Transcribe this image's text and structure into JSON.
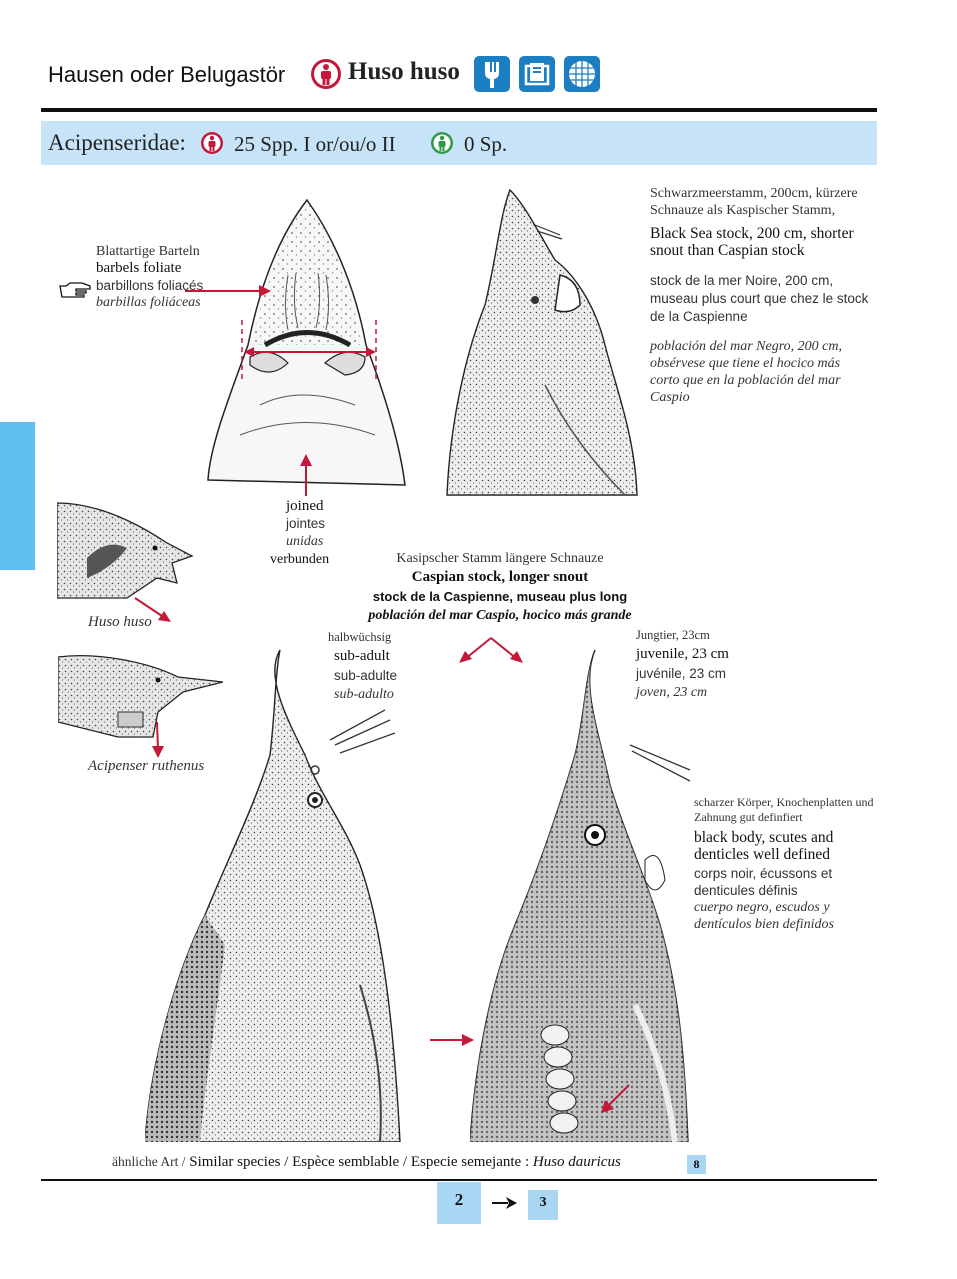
{
  "header": {
    "common_name": "Hausen oder Belugastör",
    "scientific_name": "Huso huso",
    "icons": [
      "red-person-icon",
      "fork-icon",
      "book-icon",
      "net-icon"
    ]
  },
  "family": {
    "name": "Acipenseridae:",
    "red_count": "25 Spp. I or/ou/o II",
    "green_count": "0 Sp."
  },
  "colors": {
    "accent_blue": "#1c7fc4",
    "band_blue": "#c7e3f7",
    "tab_blue": "#5fc0f0",
    "arrow_red": "#c4173a"
  },
  "barbels": {
    "de": "Blattartige Barteln",
    "en": "barbels foliate",
    "fr": "barbillons foliacés",
    "es": "barbillas foliáceas"
  },
  "joined": {
    "en": "joined",
    "fr": "jointes",
    "es": "unidas",
    "de": "verbunden"
  },
  "black_sea": {
    "de": "Schwarzmeerstamm, 200cm, kürzere Schnauze  als Kaspischer Stamm,",
    "en": "Black Sea stock, 200 cm, shorter snout than Caspian stock",
    "fr": "stock de la mer Noire, 200 cm, museau plus court que chez le stock de la Caspienne",
    "es": "población del mar Negro, 200 cm, obsérvese que tiene el hocico más corto que en la población del mar Caspio"
  },
  "comparisons": {
    "huso": "Huso huso",
    "ruthenus": "Acipenser ruthenus"
  },
  "caspian": {
    "de": "Kasipscher Stamm längere Schnauze",
    "en": "Caspian stock, longer snout",
    "fr": "stock de la Caspienne, museau plus long",
    "es": "población del mar Caspio, hocico más grande"
  },
  "sub_adult": {
    "de": "halbwüchsig",
    "en": "sub-adult",
    "fr": "sub-adulte",
    "es": "sub-adulto"
  },
  "juvenile": {
    "de": "Jungtier, 23cm",
    "en": "juvenile, 23 cm",
    "fr": "juvénile, 23 cm",
    "es": "joven, 23 cm"
  },
  "black_body": {
    "de": "scharzer Körper, Knochenplatten und Zahnung gut definfiert",
    "en": "black body, scutes and denticles well defined",
    "fr": "corps noir, écussons et denticules définis",
    "es": "cuerpo negro, escudos y dentículos bien definidos"
  },
  "footer": {
    "similar_de": "ähnliche Art /",
    "similar_rest": "Similar species / Espèce semblable / Especie semejante :",
    "similar_species": "Huso dauricus",
    "similar_ref": "8",
    "page": "2",
    "next_page": "3"
  }
}
